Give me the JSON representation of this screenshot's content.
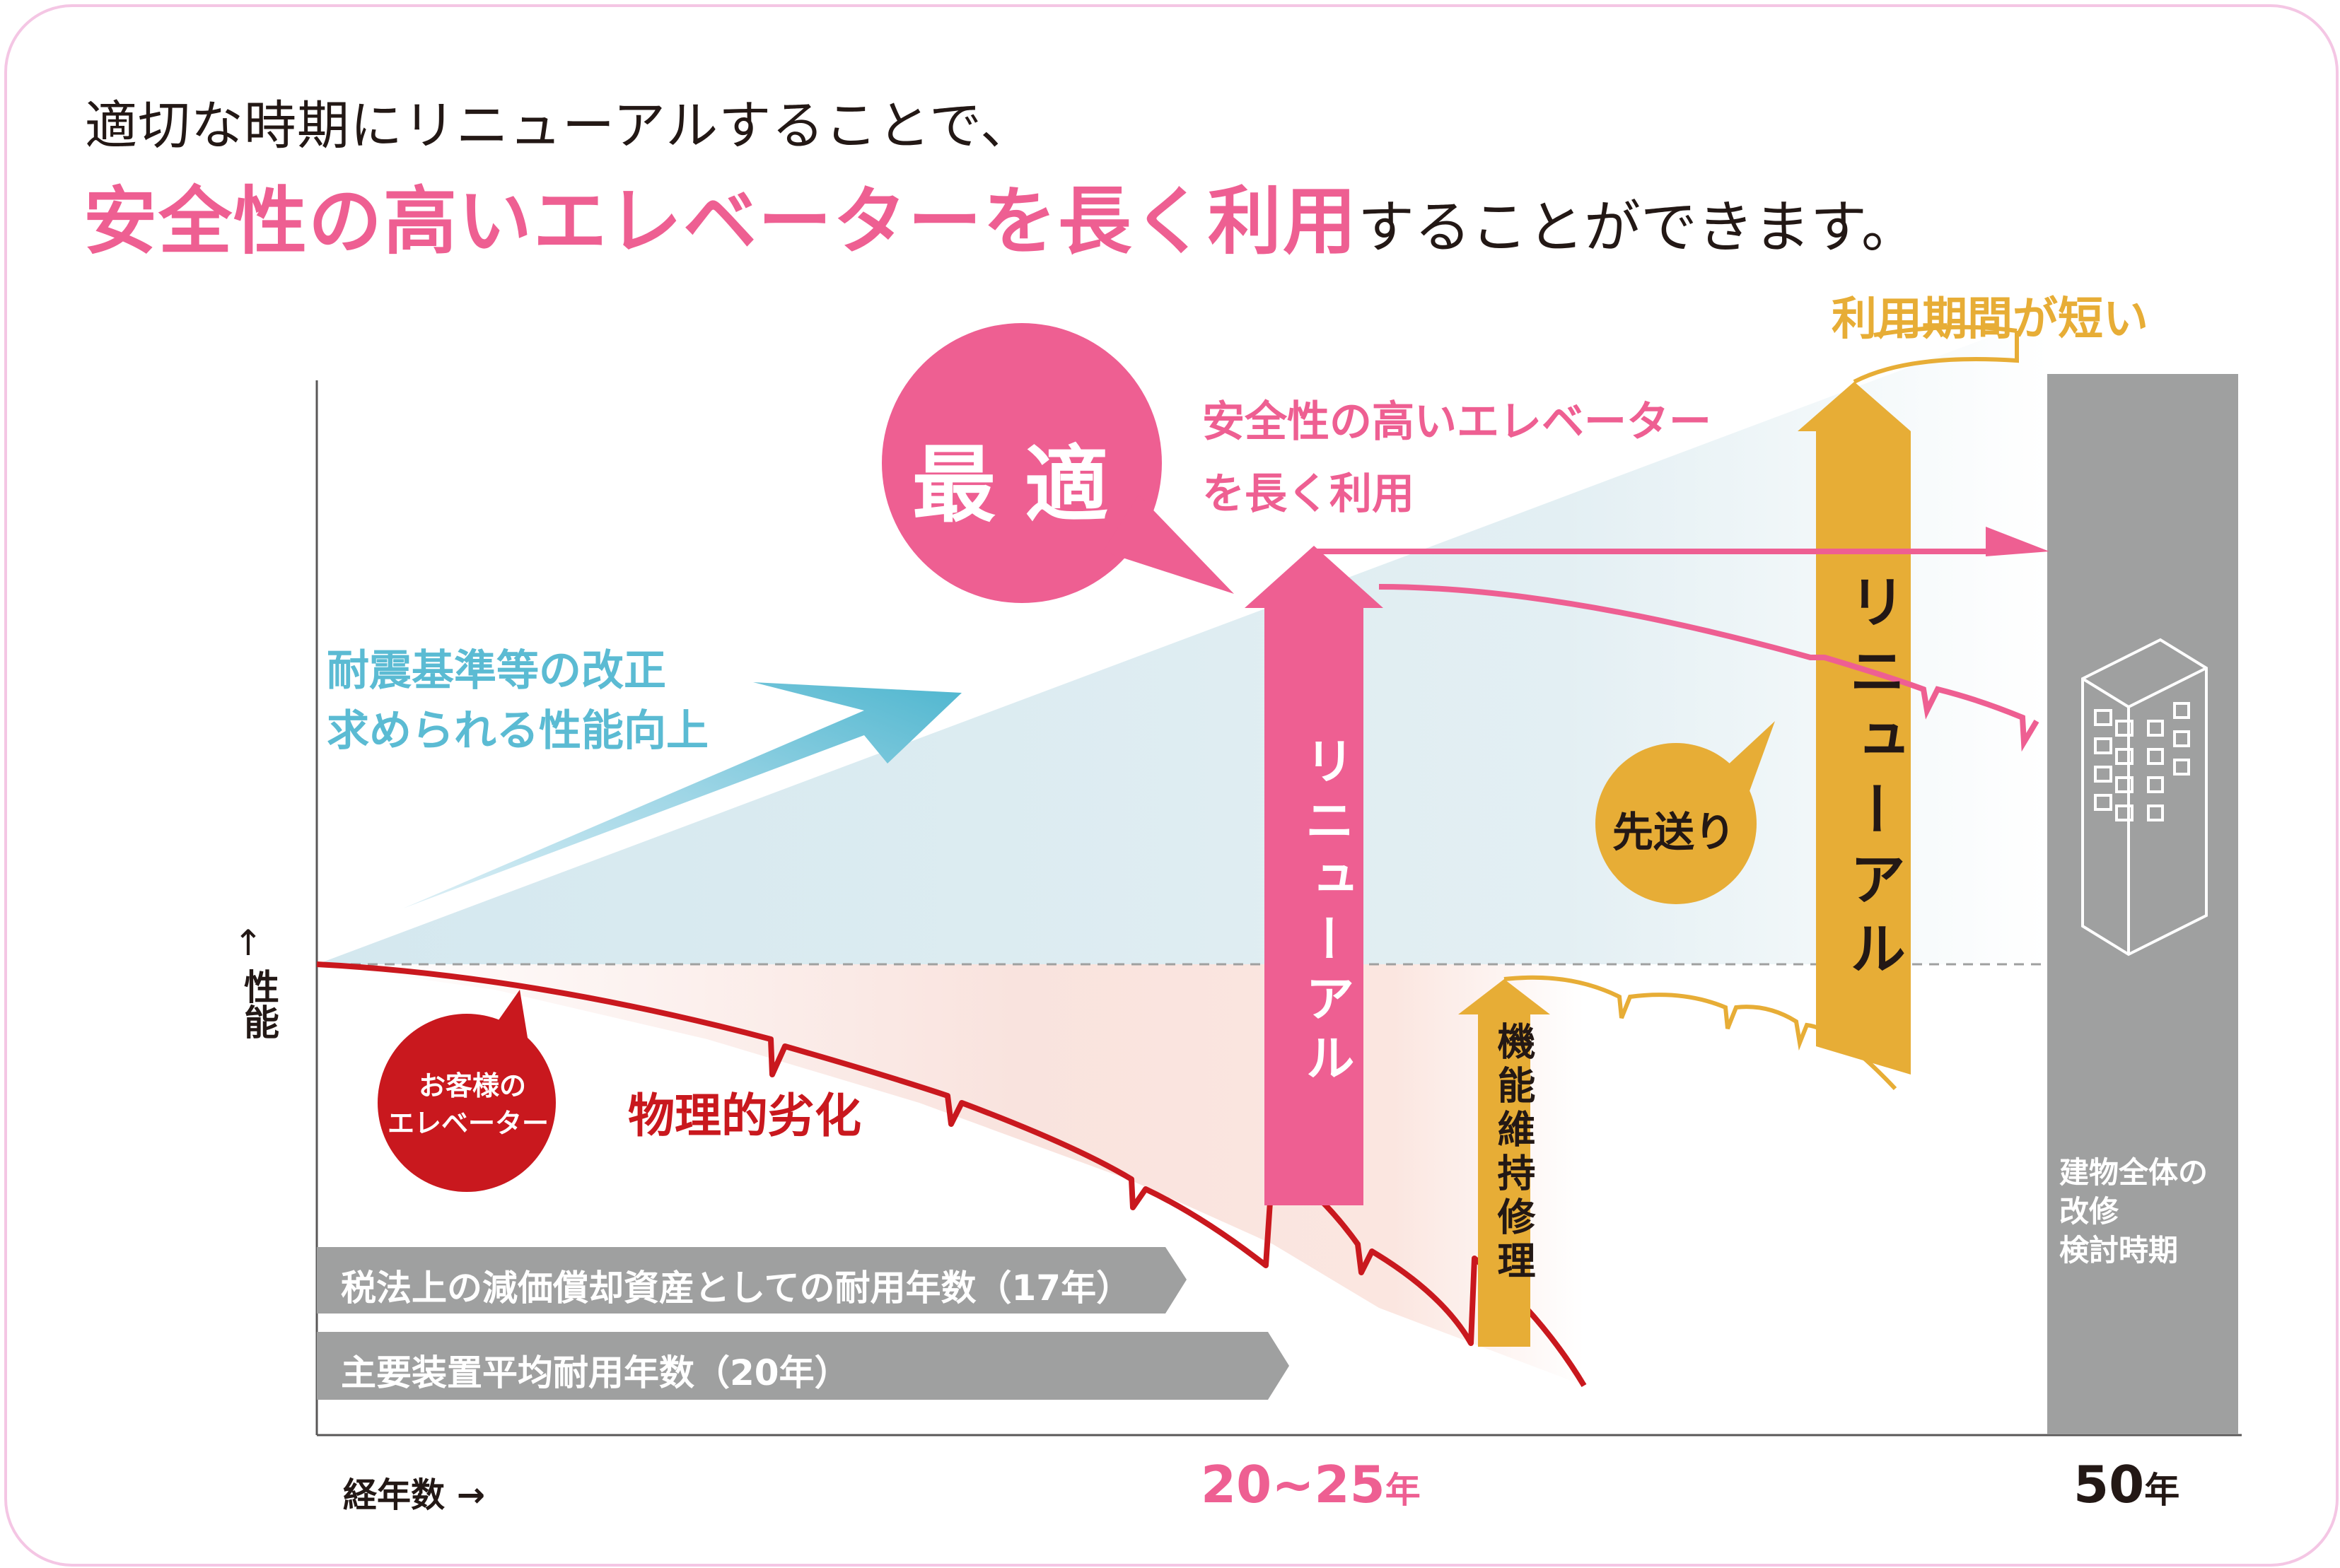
{
  "header": {
    "line1": "適切な時期にリニューアルすることで、",
    "line2_emphasis": "安全性の高いエレベーターを長く利用",
    "line2_rest": "することができます。"
  },
  "labels": {
    "short_use": "利用期間が短い",
    "optimal": "最 適",
    "safe_line1": "安全性の高いエレベーター",
    "safe_line2": "を長く利用",
    "quake_line1": "耐震基準等の改正",
    "quake_line2": "求められる性能向上",
    "renewal_1": "リニューアル",
    "renewal_2": "リニューアル",
    "postpone": "先送り",
    "maintenance": "機能維持修理",
    "customer_line1": "お客様の",
    "customer_line2": "エレベーター",
    "degradation": "物理的劣化",
    "tax_bar": "税法上の減価償却資産としての耐用年数（17年）",
    "main_bar": "主要装置平均耐用年数（20年）",
    "building_line1": "建物全体の",
    "building_line2": "改修",
    "building_line3": "検討時期",
    "y_axis": "性能",
    "y_arrow": "↑",
    "x_axis": "経年数 →",
    "x_mid_num": "20~25",
    "x_mid_unit": "年",
    "x_end_num": "50",
    "x_end_unit": "年"
  },
  "colors": {
    "pink": "#ee5f92",
    "red": "#c9181e",
    "orange": "#e7ad36",
    "teal": "#5bbbd3",
    "gray": "#9fa0a0",
    "light_blue": "#dbe9ef",
    "light_pink": "#f8ddd8"
  }
}
